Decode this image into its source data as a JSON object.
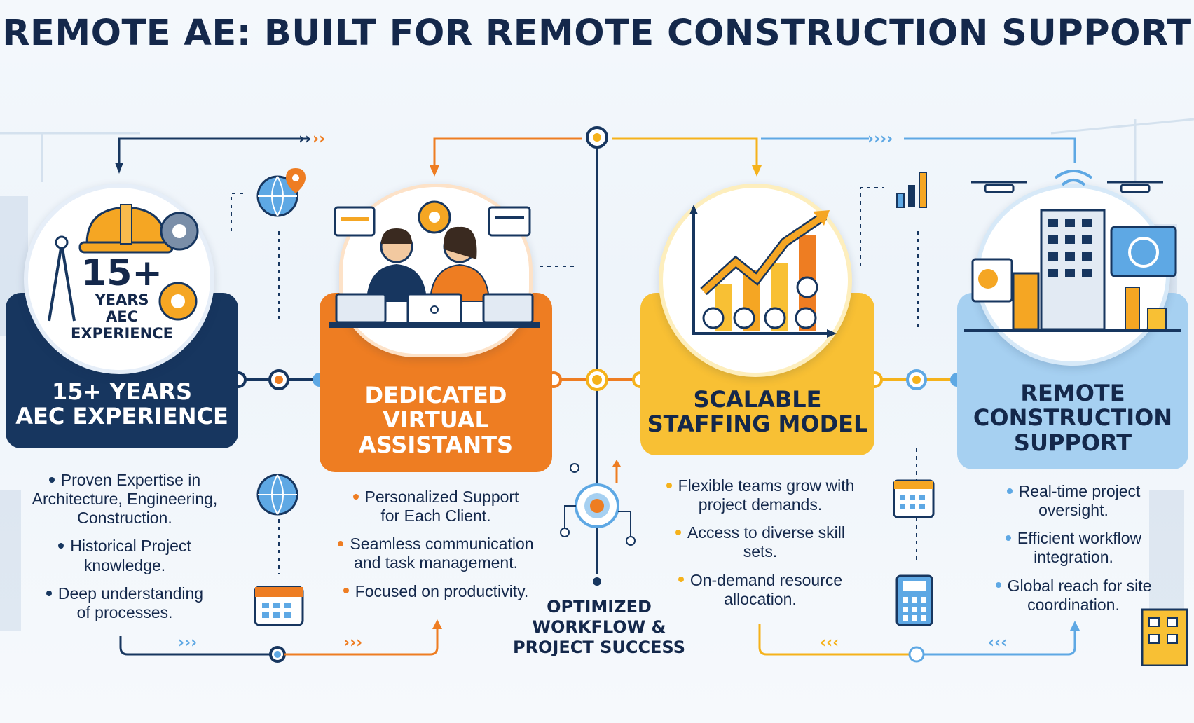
{
  "title": "REMOTE AE: BUILT FOR REMOTE CONSTRUCTION SUPPORT",
  "colors": {
    "navy": "#17365f",
    "orange": "#ee7d22",
    "yellow": "#f8c034",
    "light_blue": "#a6d0f1",
    "text": "#14284b"
  },
  "badge": {
    "number": "15+",
    "text": "YEARS\nAEC\nEXPERIENCE"
  },
  "panels": [
    {
      "label": "15+ YEARS\nAEC EXPERIENCE",
      "icon": "hard-hat-gears-compass-icon",
      "bullets": [
        "Proven Expertise in\nArchitecture, Engineering,\nConstruction.",
        "Historical Project\nknowledge.",
        "Deep understanding\nof processes."
      ]
    },
    {
      "label": "DEDICATED\nVIRTUAL\nASSISTANTS",
      "icon": "support-agents-headset-icon",
      "bullets": [
        "Personalized Support\nfor Each Client.",
        "Seamless communication\nand task management.",
        "Focused on productivity."
      ]
    },
    {
      "label": "SCALABLE\nSTAFFING MODEL",
      "icon": "growth-chart-icon",
      "bullets": [
        "Flexible teams grow with\nproject demands.",
        "Access to diverse skill\nsets.",
        "On-demand resource\nallocation."
      ]
    },
    {
      "label": "REMOTE\nCONSTRUCTION\nSUPPORT",
      "icon": "drones-construction-site-icon",
      "bullets": [
        "Real-time project\noversight.",
        "Efficient workflow\nintegration.",
        "Global reach for site\ncoordination."
      ]
    }
  ],
  "center_label": "OPTIMIZED\nWORKFLOW &\nPROJECT SUCCESS"
}
